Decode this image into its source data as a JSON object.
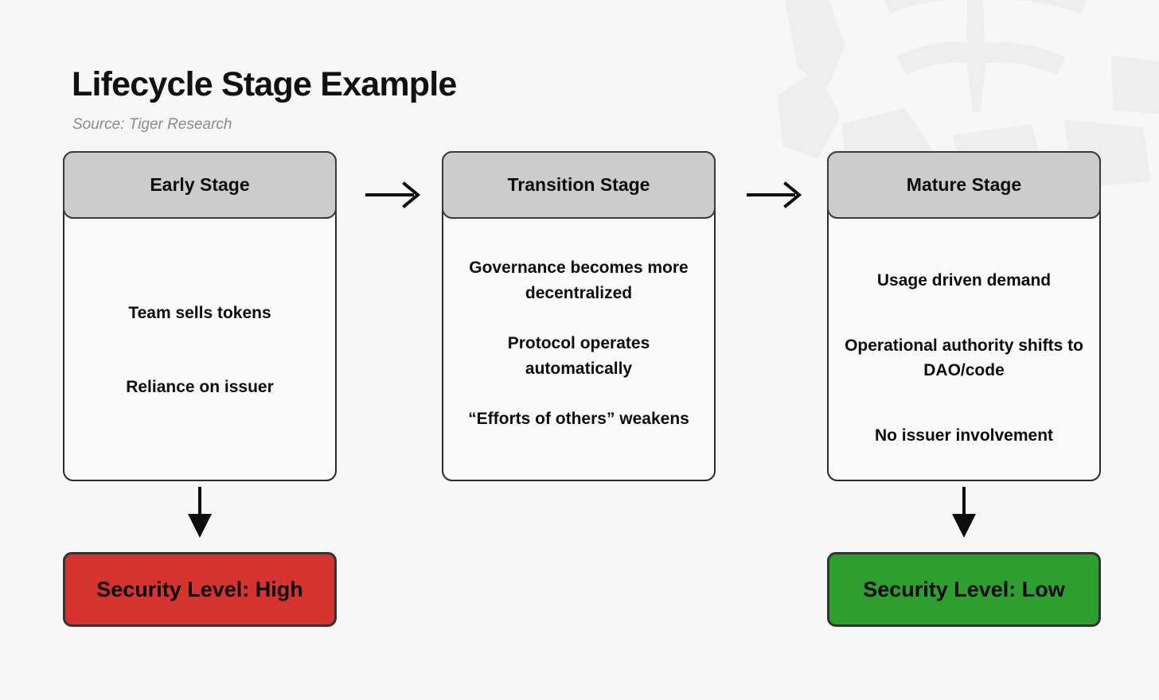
{
  "header": {
    "title": "Lifecycle Stage Example",
    "source": "Source: Tiger Research"
  },
  "colors": {
    "background": "#f7f7f7",
    "card_bg": "#fafafa",
    "card_border": "#2b2b2b",
    "header_bg": "#cccccc",
    "header_border": "#3a3a3a",
    "badge_high": "#d5332f",
    "badge_low": "#2f9e31",
    "text": "#0d0d0d",
    "source_text": "#8b8b8b",
    "arrow": "#0d0d0d",
    "watermark": "#f0f0f0"
  },
  "stages": [
    {
      "title": "Early Stage",
      "lines": [
        "Team sells tokens",
        "Reliance on issuer"
      ]
    },
    {
      "title": "Transition Stage",
      "lines": [
        "Governance becomes more decentralized",
        "Protocol operates automatically",
        "“Efforts of others” weakens"
      ]
    },
    {
      "title": "Mature Stage",
      "lines": [
        "Usage driven demand",
        "Operational authority shifts to DAO/code",
        "No issuer involvement"
      ]
    }
  ],
  "flow_arrows": [
    {
      "name": "arrow-early-to-transition",
      "direction": "right"
    },
    {
      "name": "arrow-transition-to-mature",
      "direction": "right"
    }
  ],
  "outcome_arrows": [
    {
      "name": "arrow-early-to-high",
      "direction": "down"
    },
    {
      "name": "arrow-mature-to-low",
      "direction": "down"
    }
  ],
  "badges": [
    {
      "label": "Security Level: High",
      "level": "High",
      "color": "#d5332f"
    },
    {
      "label": "Security Level: Low",
      "level": "Low",
      "color": "#2f9e31"
    }
  ],
  "icons": {
    "watermark": "tiger-face-watermark",
    "flow_arrow": "arrow-right-icon",
    "outcome_arrow": "arrow-down-icon"
  }
}
